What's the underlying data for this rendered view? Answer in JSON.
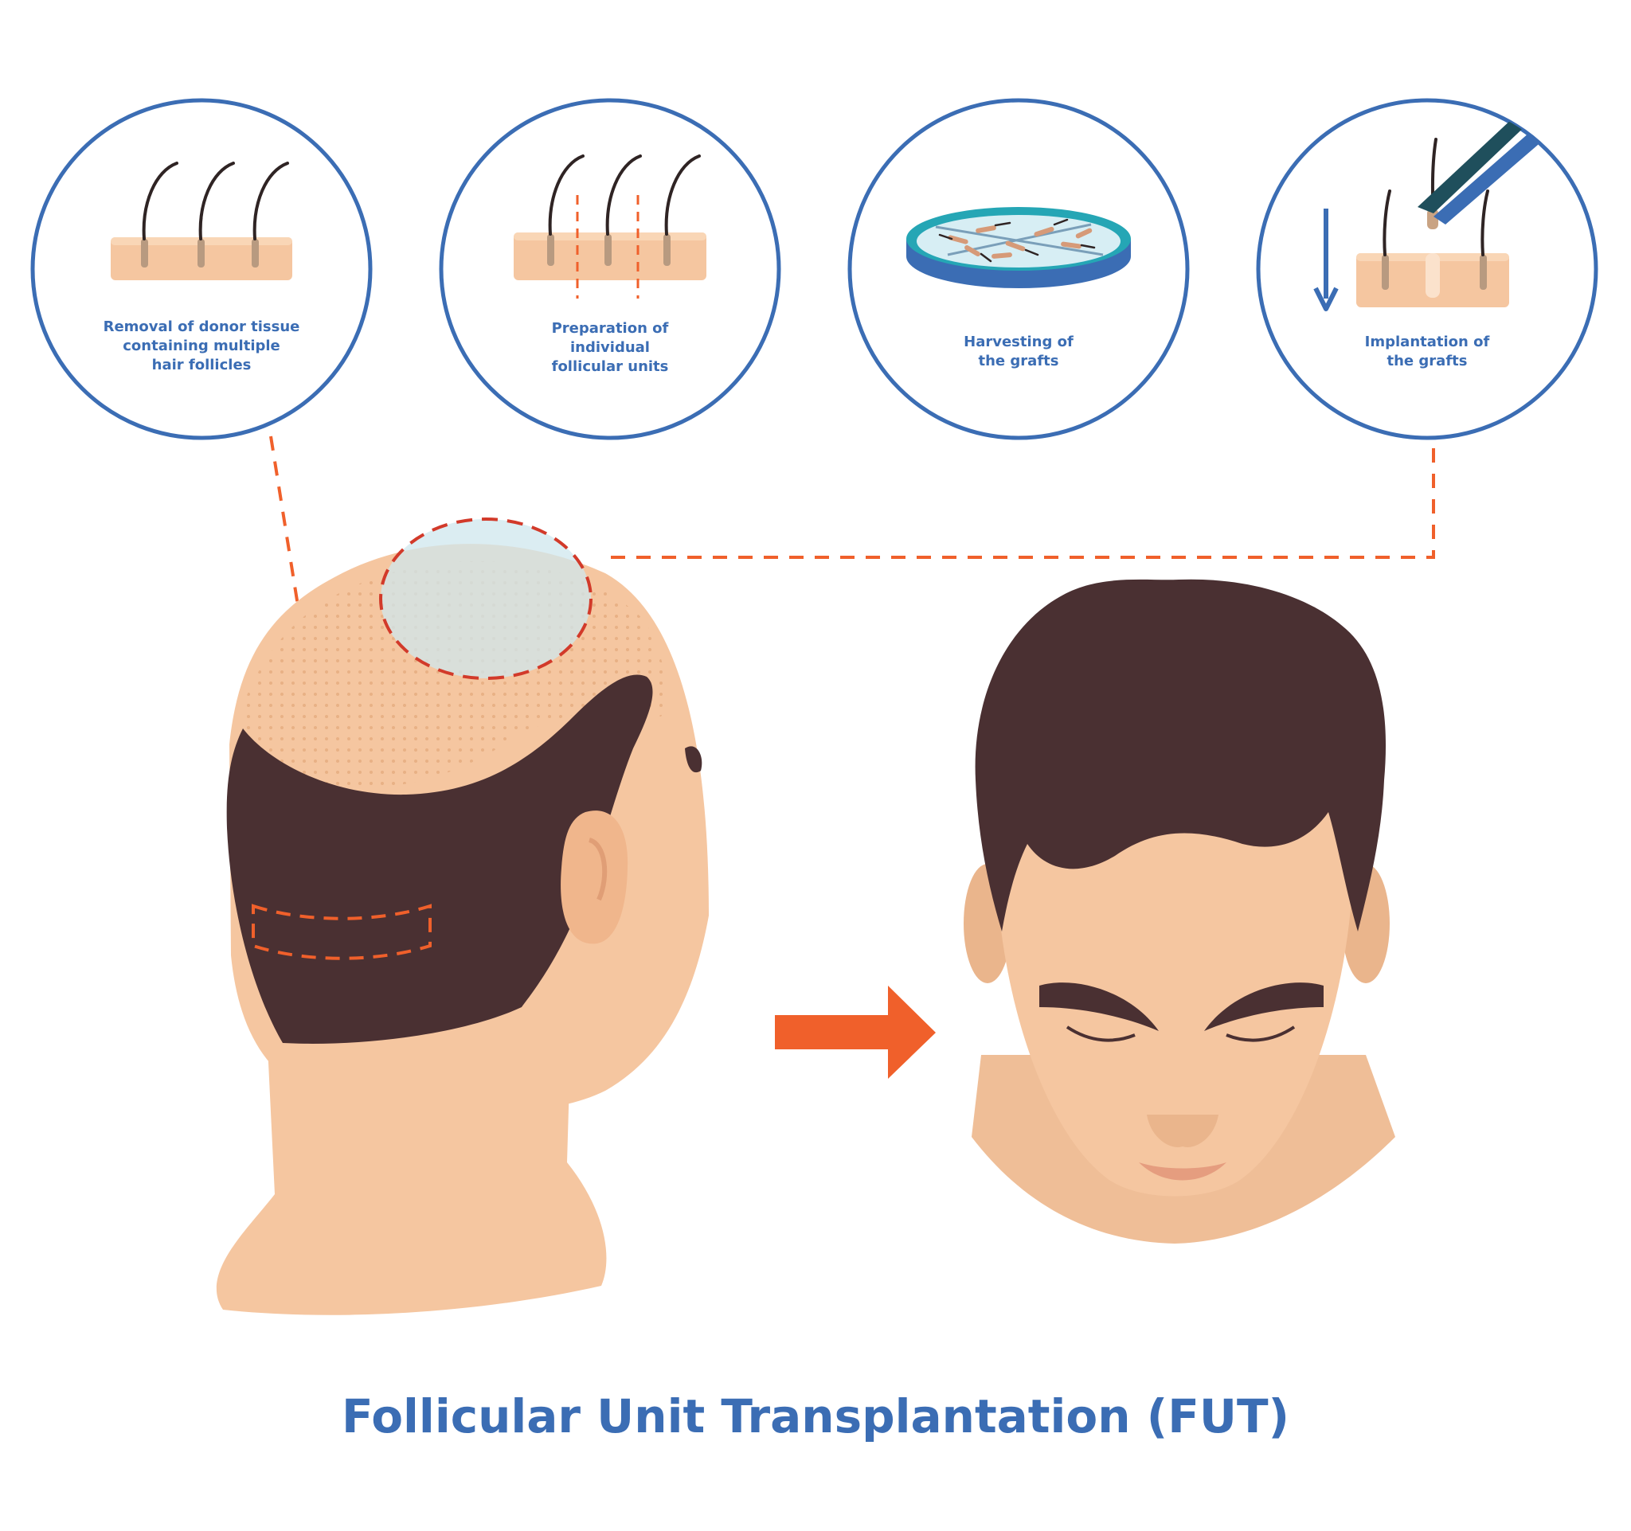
{
  "title": "Follicular Unit Transplantation (FUT)",
  "steps": [
    {
      "label": "Removal of donor tissue\ncontaining multiple\nhair follicles"
    },
    {
      "label": "Preparation of\nindividual\nfollicular units"
    },
    {
      "label": "Harvesting of\nthe grafts"
    },
    {
      "label": "Implantation of\nthe grafts"
    }
  ],
  "colors": {
    "accent_blue": "#3b6db4",
    "orange": "#f0602b",
    "skin": "#f5c6a0",
    "skin_dark": "#eab58c",
    "hair": "#4a3032",
    "teal": "#25a6b5"
  }
}
